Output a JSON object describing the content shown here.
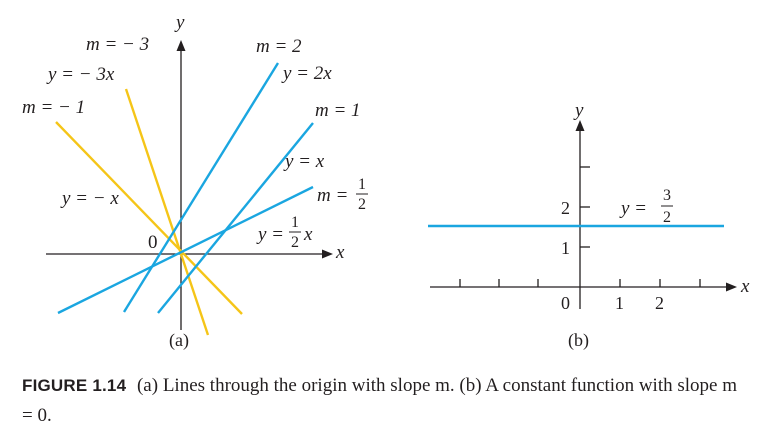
{
  "colors": {
    "blue": "#1aa6e0",
    "yellow": "#f5c518",
    "black": "#231f20"
  },
  "panel_a": {
    "label": "(a)",
    "origin": "0",
    "axis_x": "x",
    "axis_y": "y",
    "labels": {
      "m_neg3": "m = − 3",
      "y_neg3x": "y = − 3x",
      "m_neg1": "m = − 1",
      "y_negx": "y = − x",
      "m_2": "m = 2",
      "y_2x": "y = 2x",
      "m_1": "m = 1",
      "y_x": "y = x",
      "m_half_prefix": "m =",
      "y_halfx_prefix": "y =",
      "y_halfx_suffix": "x",
      "half_num": "1",
      "half_den": "2"
    }
  },
  "panel_b": {
    "label": "(b)",
    "origin": "0",
    "axis_x": "x",
    "axis_y": "y",
    "x_ticks": [
      "1",
      "2"
    ],
    "y_ticks": [
      "1",
      "2"
    ],
    "line_prefix": "y =",
    "line_num": "3",
    "line_den": "2"
  },
  "caption": {
    "figure_label": "FIGURE 1.14",
    "text": "(a) Lines through the origin with slope m. (b) A constant function with slope m = 0."
  }
}
